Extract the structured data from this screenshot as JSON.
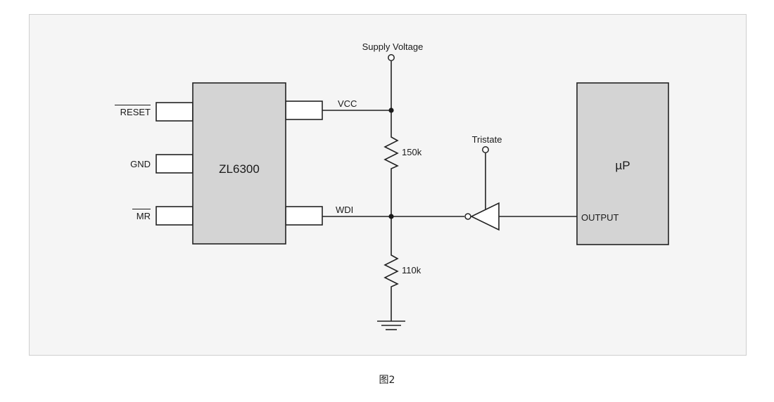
{
  "diagram": {
    "chip": {
      "name": "ZL6300",
      "left_pins": [
        "RESET",
        "GND",
        "MR"
      ],
      "vcc_pin": "VCC",
      "wdi_pin": "WDI"
    },
    "supply_label": "Supply Voltage",
    "resistor_top": "150k",
    "resistor_bottom": "110k",
    "tristate_label": "Tristate",
    "microprocessor": {
      "name": "µP",
      "output_label": "OUTPUT"
    }
  },
  "caption": "图2"
}
